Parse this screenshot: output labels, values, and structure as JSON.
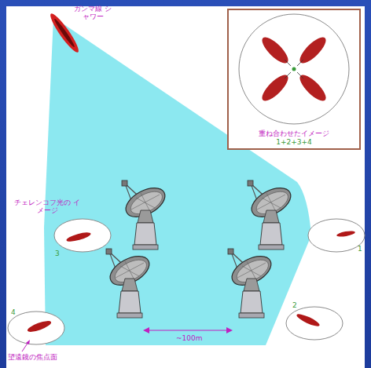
{
  "diagram": {
    "nodes": [
      {
        "text": [
          "重ね合わせたイメージ",
          "1+2+3+4"
        ]
      }
    ],
    "labels": [
      "ガンマ線 シャワー",
      "チェレンコフ光の イメージ",
      "3",
      "1",
      "2",
      "4",
      "望遠鏡の焦点面",
      "~100m"
    ]
  }
}
